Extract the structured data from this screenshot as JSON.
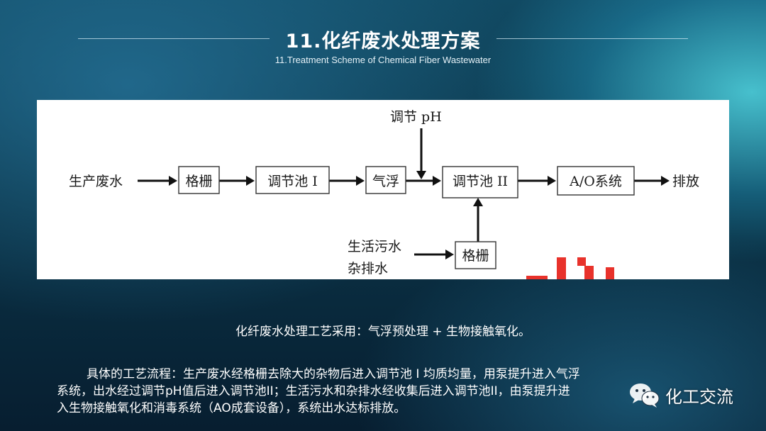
{
  "header": {
    "title": "11.化纤废水处理方案",
    "subtitle": "11.Treatment Scheme of Chemical Fiber Wastewater"
  },
  "diagram": {
    "nodes": {
      "source_main": "生产废水",
      "grid_1": "格栅",
      "tank_1": "调节池 I",
      "flotation": "气浮",
      "tank_2": "调节池 II",
      "ao_system": "A/O系统",
      "discharge": "排放",
      "ph_adjust": "调节 pH",
      "domestic_sewage": "生活污水",
      "misc_drainage": "杂排水",
      "grid_2": "格栅"
    },
    "edges": [
      [
        "生产废水",
        "格栅"
      ],
      [
        "格栅",
        "调节池 I"
      ],
      [
        "调节池 I",
        "气浮"
      ],
      [
        "气浮",
        "调节池 II"
      ],
      [
        "调节 pH",
        "调节池 II"
      ],
      [
        "调节池 II",
        "A/O系统"
      ],
      [
        "A/O系统",
        "排放"
      ],
      [
        "生活污水",
        "格栅"
      ],
      [
        "杂排水",
        "格栅"
      ],
      [
        "格栅",
        "调节池 II"
      ]
    ],
    "accent_color": "#e8322b"
  },
  "body": {
    "summary": "化纤废水处理工艺采用：气浮预处理 + 生物接触氧化。",
    "process_lines": [
      "具体的工艺流程：生产废水经格栅去除大的杂物后进入调节池 I 均质均量，用泵提升进入气浮",
      "系统，出水经过调节pH值后进入调节池II；生活污水和杂排水经收集后进入调节池II，由泵提升进",
      "入生物接触氧化和消毒系统（AO成套设备），系统出水达标排放。"
    ]
  },
  "watermark": {
    "icon": "wechat-icon",
    "text": "化工交流"
  }
}
